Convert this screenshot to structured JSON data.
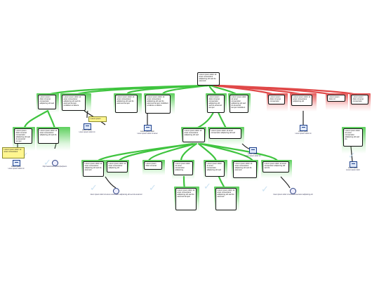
{
  "root": "Lorem ipsum dolor sit amet consectetur adipiscing elit sed do eiusmod",
  "branches": {
    "b1": "Lorem ipsum dolor sit amet consectetur adipiscing elit sed",
    "b2": "Lorem ipsum dolor sit amet consectetur adipiscing elit sed do eiusmod tempor incididunt ut labore",
    "b3": "Lorem ipsum dolor sit amet consectetur adipiscing elit sed do eiusmod tempor",
    "b4": "Lorem ipsum dolor sit amet consectetur adipiscing elit sed do eiusmod tempor incididunt ut labore et dolore",
    "b5": "Lorem ipsum dolor sit amet consectetur adipiscing elit sed do eiusmod tempor",
    "b6": "Lorem ipsum dolor sit amet consectetur adipiscing elit sed do eiusmod tempor incididunt",
    "b7": "Lorem ipsum dolor sit amet consectetur",
    "b8": "Lorem ipsum dolor sit amet consectetur adipiscing elit",
    "b9": "Lorem ipsum dolor sit",
    "b10": "Lorem ipsum dolor sit amet consectetur"
  },
  "level2": {
    "c1": "Lorem ipsum dolor sit amet consectetur adipiscing elit sed do eiusmod tempor",
    "c2": "Lorem ipsum dolor sit amet consectetur adipiscing elit sed do",
    "c3": "Lorem ipsum dolor sit amet consectetur adipiscing elit sed",
    "c4": "Lorem ipsum dolor sit amet consectetur adipiscing elit sed",
    "c5": "Lorem ipsum dolor sit amet consectetur adipiscing elit sed do"
  },
  "level3": {
    "d1": "Lorem ipsum dolor sit amet consectetur adipiscing elit sed do eiusmod",
    "d2": "Lorem ipsum dolor sit amet consectetur adipiscing elit",
    "d3": "Lorem ipsum dolor sit amet",
    "d4": "Lorem ipsum dolor sit amet consectetur adipiscing",
    "d5": "Lorem ipsum dolor sit amet consectetur adipiscing elit sed",
    "d6": "Lorem ipsum dolor sit amet consectetur adipiscing elit sed do eiusmod",
    "d7": "Lorem ipsum dolor sit amet consectetur adipiscing elit sed do"
  },
  "level4": {
    "e1": "Lorem ipsum dolor sit amet consectetur adipiscing elit sed do eiusmod tempor",
    "e2": "Lorem ipsum dolor sit amet consectetur adipiscing elit sed do eiusmod"
  },
  "notes": {
    "n1": "Lorem ipsum",
    "n2": "Lorem ipsum dolor sit amet consectetur"
  },
  "attachments": {
    "a1_caption": "Lorem ipsum dolor",
    "a1_sub": "Lorem ipsum dolor sit amet",
    "a2_caption": "Lorem ipsum",
    "a2_sub": "Lorem ipsum dolor sit",
    "a3_caption": "Lorem ipsum",
    "a3_sub": "Lorem ipsum dolor sit",
    "a4_caption": "Lorem ipsum",
    "a4_sub": "Lorem ipsum dolor sit",
    "a5_caption": "Lorem ipsum",
    "a5_sub": "Lorem ipsum dolor",
    "a6_caption": "Lorem ipsum",
    "a6_sub": "Lorem ipsum dolor sit",
    "l1_url": "http://www.lorem.example/ipsum",
    "l2_url": "lorem ipsum dolor sit amet consectetur adipiscing elit sed do eiusmod",
    "l3_url": "lorem ipsum dolor sit amet consectetur adipiscing elit",
    "l4_caption": "Lorem ipsum dolor sit amet"
  },
  "colors": {
    "link_green": "#3fc43f",
    "link_red": "#e04848",
    "band_green": "#5ccf5c",
    "band_red": "#e65a5a"
  }
}
